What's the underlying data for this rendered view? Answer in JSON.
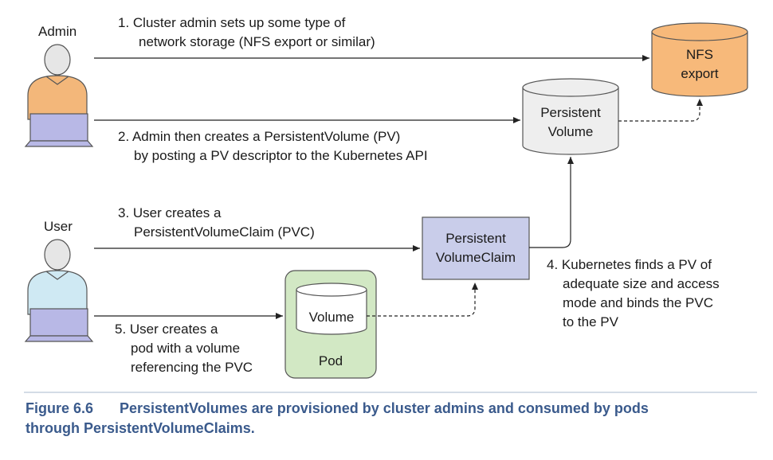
{
  "actors": {
    "admin": {
      "label": "Admin",
      "body_color": "#f3b77a"
    },
    "user": {
      "label": "User",
      "body_color": "#cfe9f3"
    }
  },
  "steps": {
    "s1": [
      "1. Cluster admin sets up some type of",
      "network storage (NFS export or similar)"
    ],
    "s2": [
      "2. Admin then creates a PersistentVolume (PV)",
      "by posting a PV descriptor to the Kubernetes API"
    ],
    "s3": [
      "3. User creates a",
      "PersistentVolumeClaim (PVC)"
    ],
    "s4": [
      "4. Kubernetes finds a PV of",
      "adequate size and access",
      "mode and binds the PVC",
      "to the PV"
    ],
    "s5": [
      "5. User creates a",
      "pod with a volume",
      "referencing the PVC"
    ]
  },
  "nodes": {
    "nfs": {
      "lines": [
        "NFS",
        "export"
      ],
      "color": "#f7b97a"
    },
    "pv": {
      "lines": [
        "Persistent",
        "Volume"
      ],
      "color": "#eeeeee"
    },
    "pvc": {
      "lines": [
        "Persistent",
        "VolumeClaim"
      ],
      "color": "#c9cdea"
    },
    "pod": {
      "label": "Pod",
      "color": "#d2e8c4",
      "volume_label": "Volume"
    }
  },
  "caption": {
    "figure": "Figure 6.6",
    "line1": "PersistentVolumes are provisioned by cluster admins and consumed by pods",
    "line2": "through PersistentVolumeClaims."
  }
}
